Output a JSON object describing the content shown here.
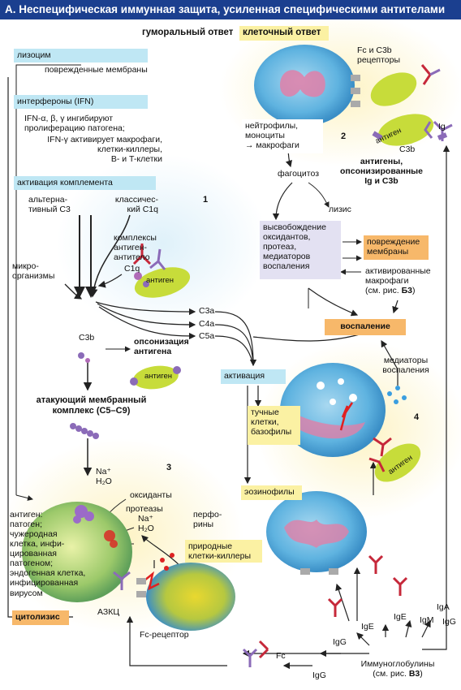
{
  "header": {
    "title": "А. Неспецифическая иммунная защита, усиленная специфическими антителами"
  },
  "sections": {
    "humoral": "гуморальный ответ",
    "cellular": "клеточный ответ"
  },
  "humoral": {
    "lysozyme": "лизоцим",
    "damaged_membranes": "поврежденные мембраны",
    "interferons": "интерфероны (IFN)",
    "ifn_abg": "IFN-α, β, γ ингибируют\nпролиферацию патогена;",
    "ifn_g": "IFN-γ активирует макрофаги,\nклетки-киллеры,\nB- и T-клетки",
    "complement": "активация комплемента",
    "alt_c3": "альтерна-\nтивный C3",
    "class_c1q": "классичес-\nкий C1q",
    "complexes": "комплексы\nантиген-\nантитело",
    "c1q": "C1q",
    "microorg": "микро-\nорганизмы",
    "c3b": "C3b",
    "opson": "опсонизация\nантигена",
    "mac": "атакующий мембранный\nкомплекс (C5–C9)",
    "c3a": "C3a",
    "c4a": "C4a",
    "c5a": "C5a"
  },
  "antigen_label": "антиген",
  "activation": "активация",
  "cellular": {
    "fc_c3b_receptors": "Fc и C3b\nрецепторы",
    "neutrophils": "нейтрофилы,\nмоноциты\n→ макрофаги",
    "c3b": "C3b",
    "ig": "Ig",
    "antigens_opson": "антигены,\nопсонизированные\nIg и C3b",
    "phagocytosis": "фагоцитоз",
    "lysis": "лизис",
    "release": "высвобождение\nоксидантов,\nпротеаз,\nмедиаторов\nвоспаления",
    "membrane_damage": "повреждение\nмембраны",
    "activated_macro": "активированные\nмакрофаги\n(см. рис. ",
    "activated_macro_ref": "Б3",
    "activated_macro_close": ")",
    "inflammation": "воспаление",
    "mediators": "медиаторы\nвоспаления",
    "mast_cells": "тучные\nклетки,\nбазофилы",
    "eosinophils": "эозинофилы"
  },
  "cytolysis": {
    "na_h2o_1": "Na⁺\nH₂O",
    "oxidants": "оксиданты",
    "proteases": "протеазы",
    "na_h2o_2": "Na⁺\nH₂O",
    "perforins": "перфо-\nрины",
    "targets": "антиген:\nпатоген;\nчужеродная\nклетка, инфи-\nцированная\nпатогеном;\nэндогенная клетка,\nинфицированная\nвирусом",
    "nk_cells": "природные\nклетки-киллеры",
    "cytolysis": "цитолизис",
    "adcc": "АЗКЦ",
    "fc_receptor": "Fc-рецептор"
  },
  "immunoglobulins": {
    "label": "Иммуноглобулины\n(см. рис. ",
    "ref": "В3",
    "close": ")",
    "fc": "Fc",
    "igg1": "IgG",
    "igg2": "IgG",
    "igg3": "IgG",
    "ige1": "IgE",
    "ige2": "IgE",
    "igm": "IgM",
    "iga": "IgA"
  },
  "numbers": {
    "n1": "1",
    "n2": "2",
    "n3": "3",
    "n4": "4"
  },
  "colors": {
    "header": "#1b3f8f",
    "cyan_box": "#bfe7f4",
    "yellow_box": "#fbf1a3",
    "orange_box": "#f7b86a",
    "lavender_box": "#e3e1f2",
    "antigen": "#c7dc3a",
    "cell_blue": "#4aa6d8",
    "nucleus": "#d86a9a",
    "ig_red": "#c6283a",
    "ig_purple": "#8b6bb8"
  }
}
